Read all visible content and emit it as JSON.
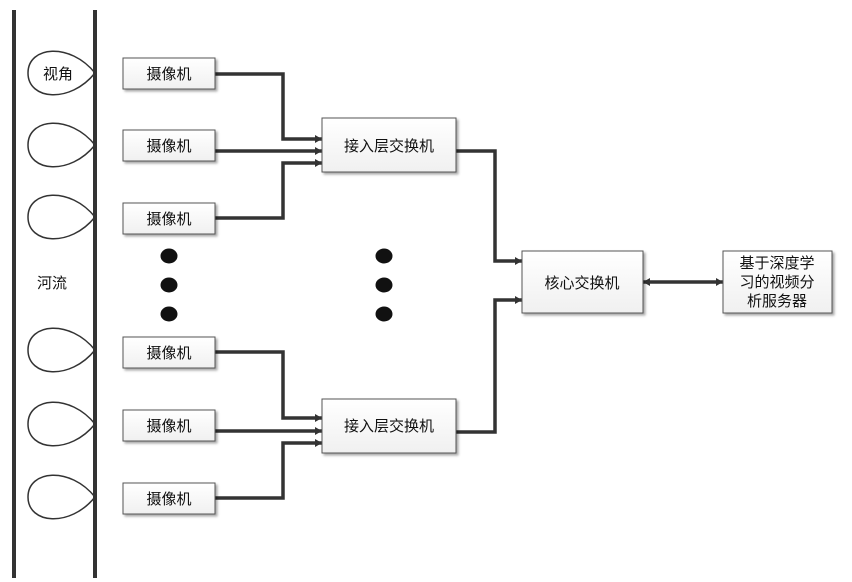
{
  "labels": {
    "view_angle": "视角",
    "river": "河流"
  },
  "cameras": [
    {
      "label": "摄像机"
    },
    {
      "label": "摄像机"
    },
    {
      "label": "摄像机"
    },
    {
      "label": "摄像机"
    },
    {
      "label": "摄像机"
    },
    {
      "label": "摄像机"
    }
  ],
  "access_switches": [
    {
      "label": "接入层交换机"
    },
    {
      "label": "接入层交换机"
    }
  ],
  "core_switch": {
    "label": "核心交换机"
  },
  "server": {
    "lines": [
      "基于深度学",
      "习的视频分",
      "析服务器"
    ]
  }
}
